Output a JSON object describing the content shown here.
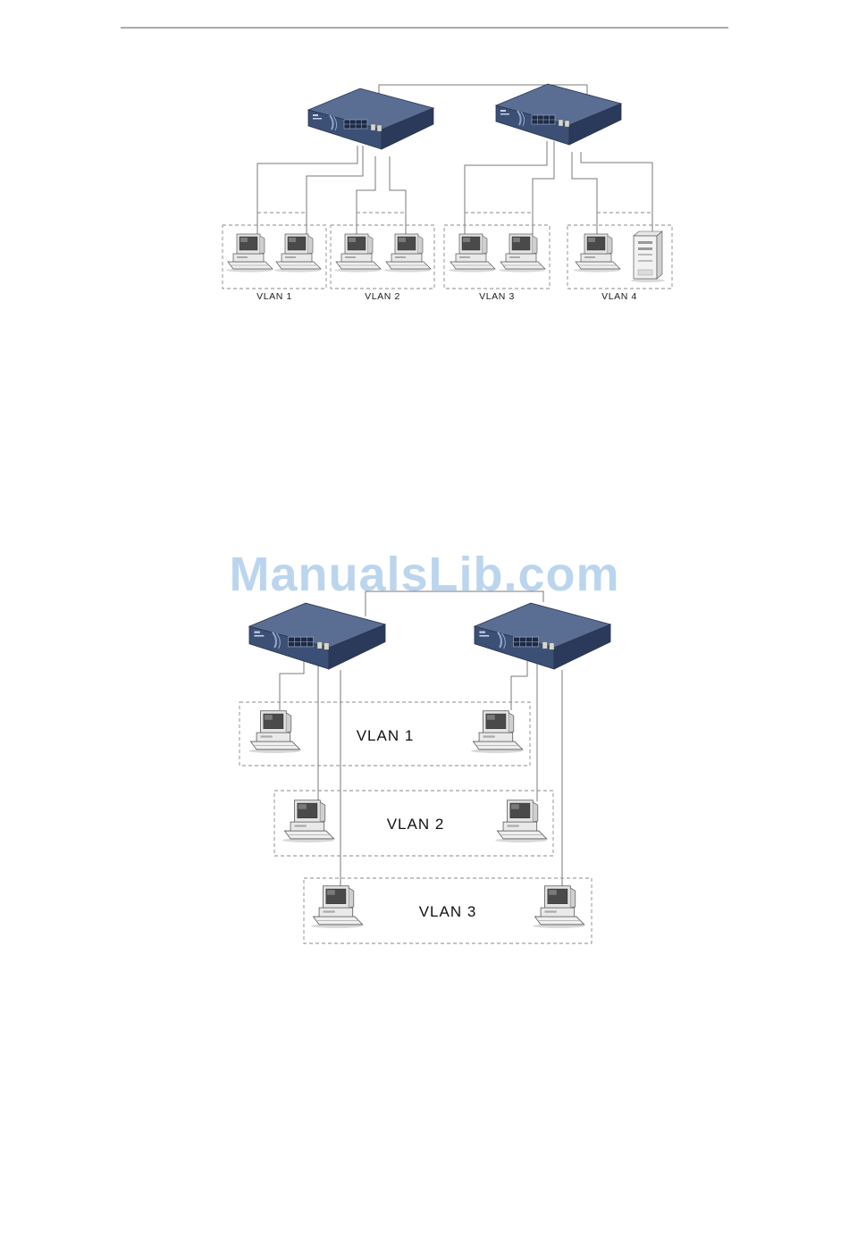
{
  "watermark": "ManualsLib.com",
  "diagram1": {
    "groups": [
      {
        "label": "VLAN 1",
        "devices": [
          "pc",
          "pc"
        ]
      },
      {
        "label": "VLAN 2",
        "devices": [
          "pc",
          "pc"
        ]
      },
      {
        "label": "VLAN 3",
        "devices": [
          "pc",
          "pc"
        ]
      },
      {
        "label": "VLAN 4",
        "devices": [
          "pc",
          "server"
        ]
      }
    ]
  },
  "diagram2": {
    "groups": [
      {
        "label": "VLAN 1"
      },
      {
        "label": "VLAN 2"
      },
      {
        "label": "VLAN 3"
      }
    ]
  },
  "colors": {
    "switch_top": "#5a6e94",
    "switch_front": "#3c4f75",
    "switch_side": "#2b3a5a",
    "cable": "#7a7a7a",
    "dashed": "#8a8a8a",
    "watermark": "#bcd5ee"
  }
}
